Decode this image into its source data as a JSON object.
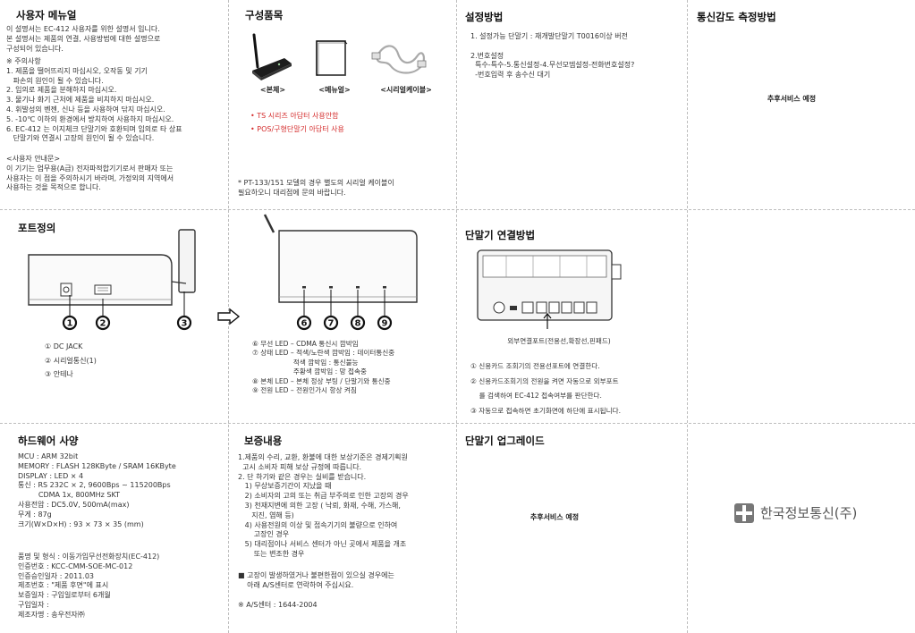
{
  "sections": {
    "user_manual": {
      "heading": "사용자 메뉴얼",
      "intro": "이 설명서는 EC-412 사용자를 위한 설명서 입니다.\n본 설명서는 제품의 연결, 사용방법에 대한 설명으로\n구성되어 있습니다.",
      "cautions": "※ 주의사항\n1. 제품을 떨어뜨리지 마십시오, 오작동 및 기기\n   파손의 원인이 될 수 있습니다.\n2. 임의로 제품을 분해하지 마십시오.\n3. 물기나 화기 근처에 제품을 비치하지 마십시오.\n4. 휘발성의 벤젠, 신나 등을 사용하여 닦지 마십시오.\n5. -10℃ 이하의 환경에서 방치하여 사용하지 마십시오.\n6. EC-412 는 이지체크 단말기와 호환되며 임의로 타 상표\n   단말기와 연결시 고장의 원인이 될 수 있습니다.",
      "guide": "<사용자 안내문>\n이 기기는 업무용(A급) 전자파적합기기로서 판매자 또는\n사용자는 이 점을 주의하시기 바라며, 가정외의 지역에서\n사용하는 것을 목적으로 합니다."
    },
    "components": {
      "heading": "구성품목",
      "labels": [
        "<본체>",
        "<메뉴얼>",
        "<시리얼케이블>"
      ],
      "warnings": [
        "• TS 시리즈 아답터 사용안함",
        "• POS/구형단말기 아답터 사용"
      ],
      "footnote": "* PT-133/151 모델의 경우 별도의 시리얼 케이블이\n필요하오니 대리점에 문의 바랍니다."
    },
    "setup": {
      "heading": "설정방법",
      "text": "1. 설정가능 단말기 : 재개발단말기 T0016이상 버전\n\n2.번호설정\n  특수-특수-5.통신설정-4.무선모뎀설정-전화번호설정?\n  -번호입력 후 송수신 대기"
    },
    "signal": {
      "heading": "통신감도 측정방법",
      "note": "추후서비스 예정"
    },
    "ports": {
      "heading": "포트정의",
      "markers": [
        "1",
        "2",
        "3",
        "6",
        "7",
        "8",
        "9"
      ],
      "left_list": "① DC JACK\n② 시리얼통신(1)\n③ 안테나",
      "right_list": "⑥ 무선 LED – CDMA 통신시 깜박임\n⑦ 상태 LED – 적색/노란색 깜박임 : 데이터통신중\n                   적색 깜박임 : 통신불능\n                   주황색 깜박임 : 망 접속중\n⑧ 본체 LED – 본체 정상 부팅 / 단말기와 통신중\n⑨ 전원 LED – 전원인가시 항상 켜짐"
    },
    "connect": {
      "heading": "단말기 연결방법",
      "caption": "외부연결포트(전용선,확장선,핀패드)",
      "steps": "① 신용카드 조회기의 전용선포트에 연결한다.\n② 신용카드조회기의 전원을 켜면 자동으로 외부포트\n    를 검색하여 EC-412 접속여부를 판단한다.\n③ 자동으로 접속하면 초기화면에 하단에 표시됩니다."
    },
    "hardware": {
      "heading": "하드웨어 사양",
      "specs": "MCU : ARM 32bit\nMEMORY : FLASH 128KByte / SRAM 16KByte\nDISPLAY : LED × 4\n통신 : RS 232C × 2, 9600Bps ~ 115200Bps\n         CDMA 1x, 800MHz SKT\n사용전압 : DC5.0V, 500mA(max)\n무게 : 87g\n크기(W×D×H) : 93 × 73 × 35 (mm)",
      "product": "품명 및 형식 : 이동가입무선전화장치(EC-412)\n인증번호 : KCC-CMM-SOE-MC-012\n인증승인일자 : 2011.03\n제조번호 : \"제품 후면\"에 표시\n보증일자 : 구입일로부터 6개월\n구입일자 :\n제조자명 : 송우전자㈜"
    },
    "warranty": {
      "heading": "보증내용",
      "text": "1.제품의 수리, 교환, 환불에 대한 보상기준은 경제기획원\n  고시 소비자 피해 보상 규정에 따릅니다.\n2. 단 하기와 같은 경우는 실비를 받습니다.\n   1) 무상보증기간이 지났을 때\n   2) 소비자의 고의 또는 취급 부주의로 인한 고장의 경우\n   3) 천재지변에 의한 고장 ( 낙뢰, 화재, 수해, 가스해,\n      지진, 염해 등)\n   4) 사용전원의 이상 및 접속기기의 불량으로 인하여\n       고장인 경우\n   5) 대리점이나 서비스 센터가 아닌 곳에서 제품을 개조\n       또는 변조한 경우",
      "notice": "■ 고장이 발생하였거나 불편한점이 있으실 경우에는\n    아래 A/S센터로 연락하여 주십시요.",
      "as_center": "※ A/S센터 : 1644-2004"
    },
    "upgrade": {
      "heading": "단말기 업그레이드",
      "note": "추후서비스 예정"
    },
    "logo": {
      "text": "한국정보통신(주)"
    }
  },
  "colors": {
    "warning_red": "#d42c2c",
    "divider": "#bdbdbd"
  }
}
